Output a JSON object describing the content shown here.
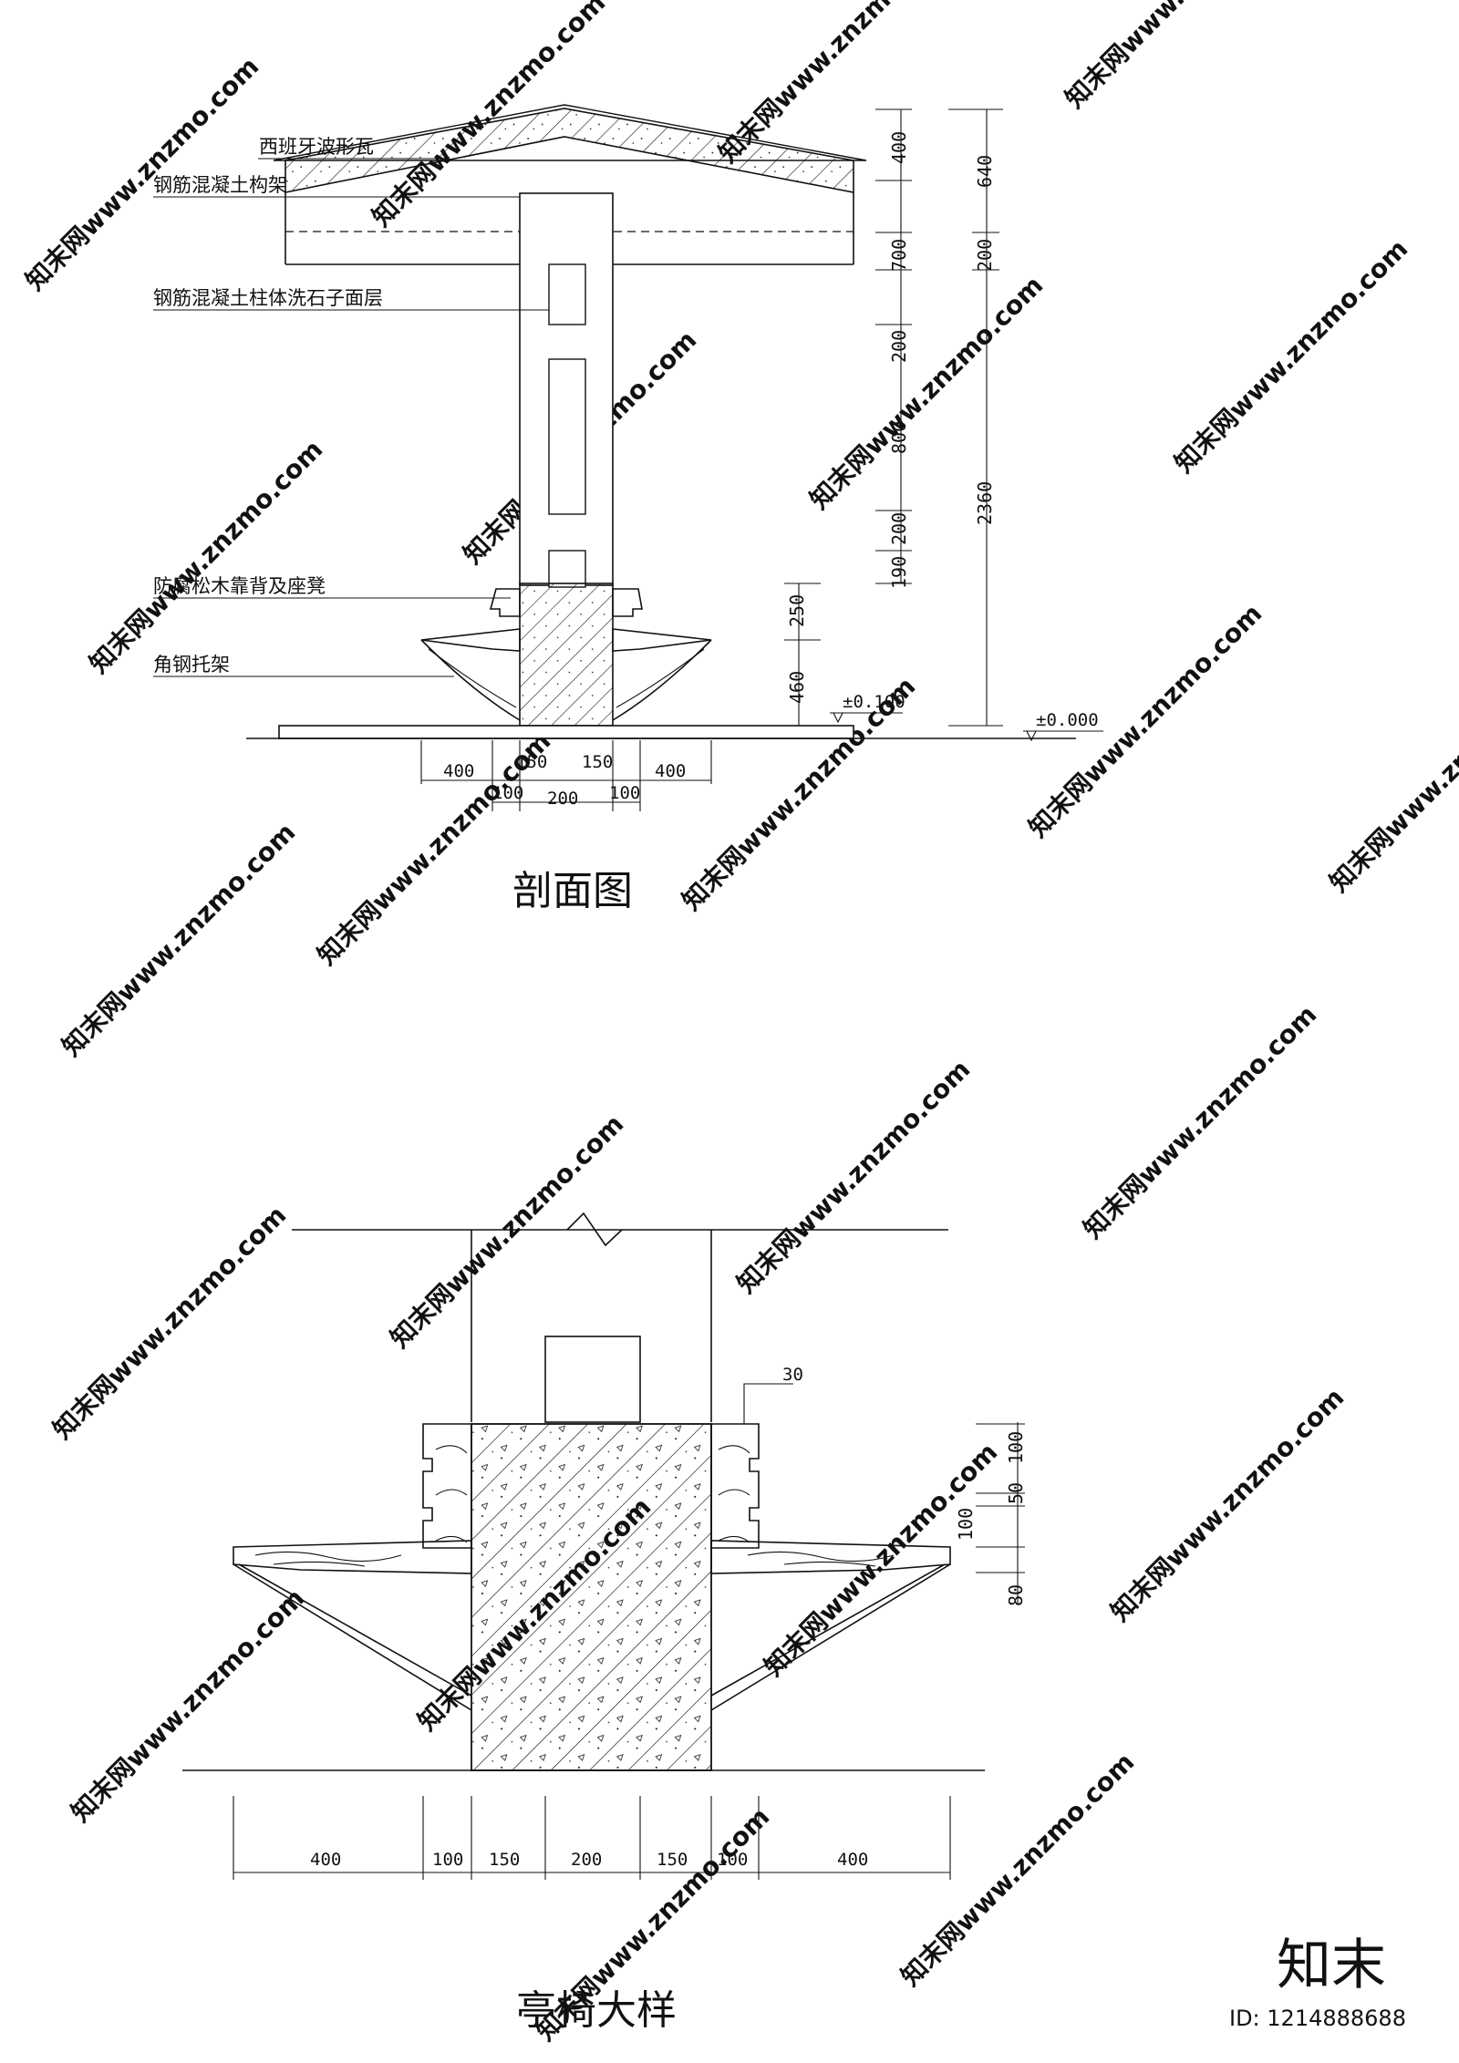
{
  "section": {
    "title": "剖面图",
    "callouts": [
      "西班牙波形瓦",
      "钢筋混凝土构架",
      "钢筋混凝土柱体洗石子面层",
      "防腐松木靠背及座凳",
      "角钢托架"
    ],
    "dims_right_inner": [
      "400",
      "700",
      "200",
      "800",
      "200",
      "190"
    ],
    "dims_right_outer": [
      "640",
      "200",
      "2360"
    ],
    "dims_bench": [
      "250",
      "460"
    ],
    "level_bench": "±0.100",
    "level_ground": "±0.000",
    "dims_bottom_row1": [
      "400",
      "150",
      "150",
      "400"
    ],
    "dims_bottom_row2": [
      "100",
      "200",
      "100"
    ]
  },
  "detail": {
    "title": "亭椅大样",
    "dim_top": "30",
    "dims_right": [
      "100",
      "50",
      "100",
      "80"
    ],
    "dims_bottom": [
      "400",
      "100",
      "150",
      "200",
      "150",
      "100",
      "400"
    ]
  },
  "watermark": {
    "text": "知末网www.znzmo.com",
    "brand": "知末",
    "id": "ID: 1214888688"
  }
}
